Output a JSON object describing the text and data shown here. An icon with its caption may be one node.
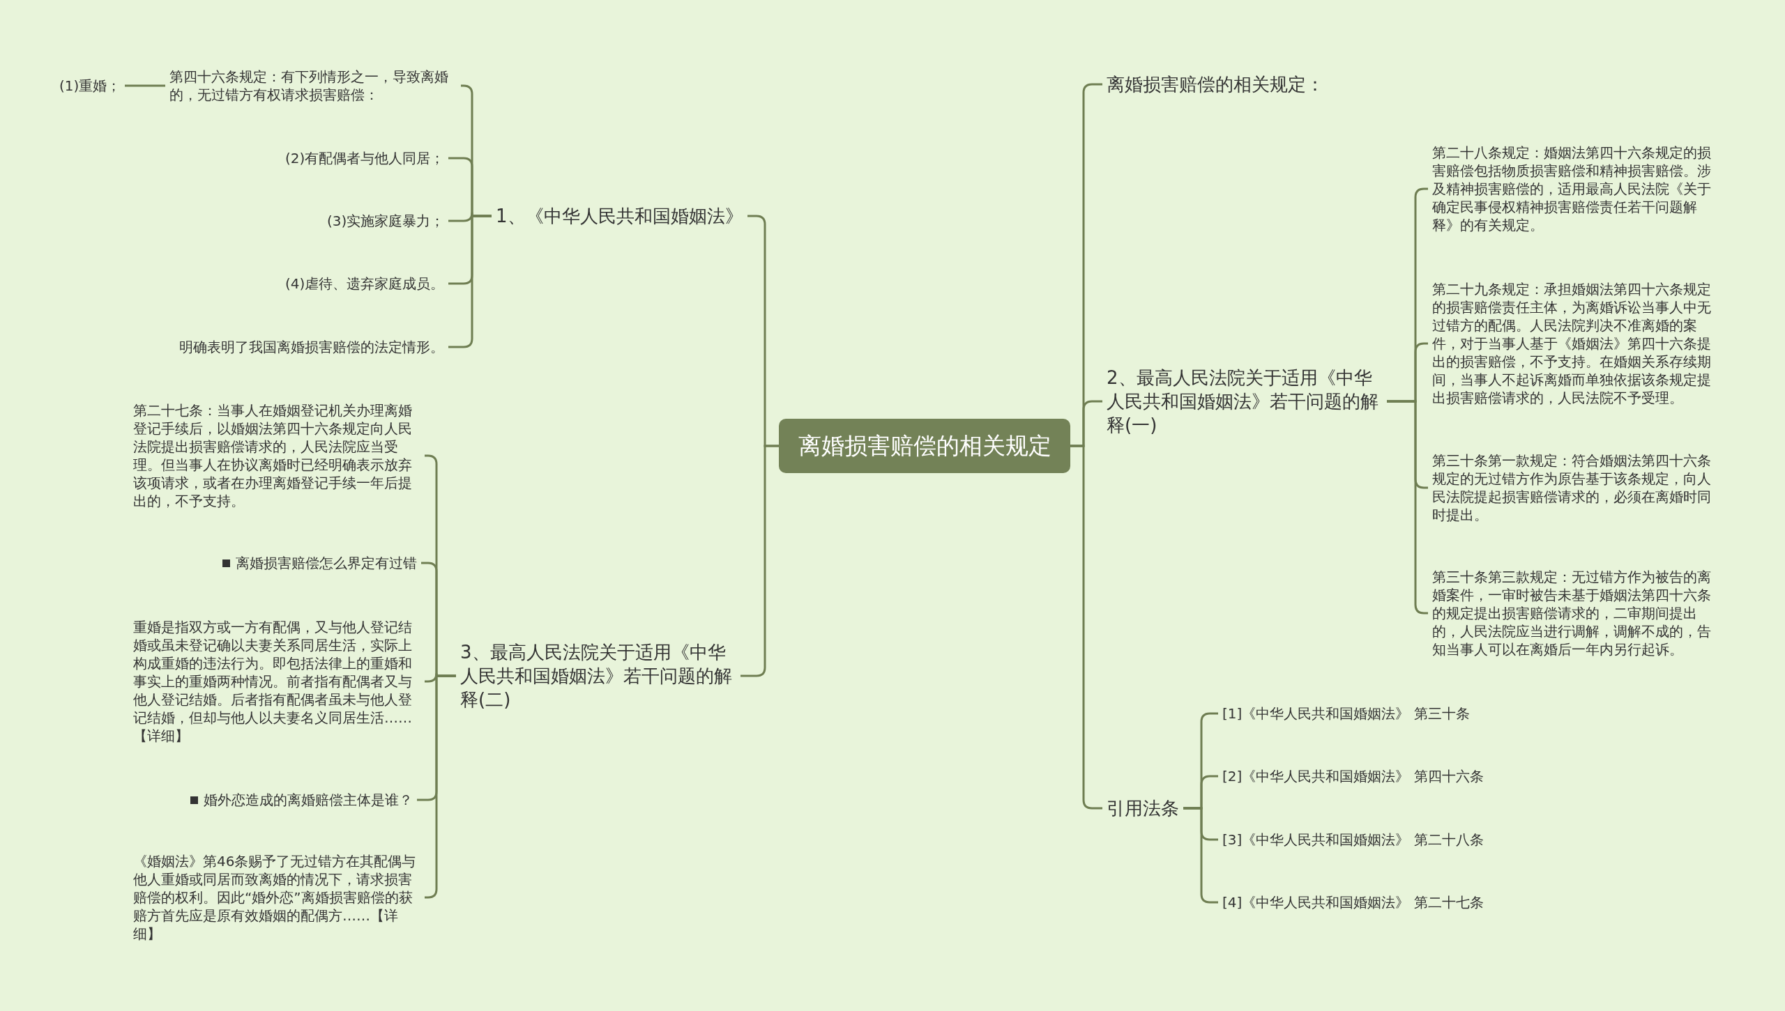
{
  "diagram": {
    "nodes": [
      {
        "text": [
          "离婚损害赔偿的相关规定"
        ]
      },
      {
        "text": [
          "1、《中华人民共和国婚姻法》"
        ]
      },
      {
        "text": [
          "第四十六条规定：有下列情形之一，导致离婚的，无过错方有权请求损害赔偿："
        ]
      },
      {
        "text": [
          "(1)重婚；"
        ]
      },
      {
        "text": [
          "(2)有配偶者与他人同居；"
        ]
      },
      {
        "text": [
          "(3)实施家庭暴力；"
        ]
      },
      {
        "text": [
          "(4)虐待、遗弃家庭成员。"
        ]
      },
      {
        "text": [
          "明确表明了我国离婚损害赔偿的法定情形。"
        ]
      },
      {
        "text": [
          "3、最高人民法院关于适用《中华人民共和国婚姻法》若干问题的解释(二)"
        ]
      },
      {
        "text": [
          "第二十七条：当事人在婚姻登记机关办理离婚登记手续后，以婚姻法第四十六条规定向人民法院提出损害赔偿请求的，人民法院应当受理。但当事人在协议离婚时已经明确表示放弃该项请求，或者在办理离婚登记手续一年后提出的，不予支持。"
        ]
      },
      {
        "text": [
          "离婚损害赔偿怎么界定有过错"
        ]
      },
      {
        "text": [
          "重婚是指双方或一方有配偶，又与他人登记结婚或虽未登记确以夫妻关系同居生活，实际上构成重婚的违法行为。即包括法律上的重婚和事实上的重婚两种情况。前者指有配偶者又与他人登记结婚。后者指有配偶者虽未与他人登记结婚，但却与他人以夫妻名义同居生活……【详细】"
        ]
      },
      {
        "text": [
          "婚外恋造成的离婚赔偿主体是谁？"
        ]
      },
      {
        "text": [
          "《婚姻法》第46条赐予了无过错方在其配偶与他人重婚或同居而致离婚的情况下，请求损害赔偿的权利。因此“婚外恋”离婚损害赔偿的获赔方首先应是原有效婚姻的配偶方……【详细】"
        ]
      },
      {
        "text": [
          "离婚损害赔偿的相关规定："
        ]
      },
      {
        "text": [
          "2、最高人民法院关于适用《中华人民共和国婚姻法》若干问题的解释(一)"
        ]
      },
      {
        "text": [
          "第二十八条规定：婚姻法第四十六条规定的损害赔偿包括物质损害赔偿和精神损害赔偿。涉及精神损害赔偿的，适用最高人民法院《关于确定民事侵权精神损害赔偿责任若干问题解释》的有关规定。"
        ]
      },
      {
        "text": [
          "第二十九条规定：承担婚姻法第四十六条规定的损害赔偿责任主体，为离婚诉讼当事人中无过错方的配偶。人民法院判决不准离婚的案件，对于当事人基于《婚姻法》第四十六条提出的损害赔偿，不予支持。在婚姻关系存续期间，当事人不起诉离婚而单独依据该条规定提出损害赔偿请求的，人民法院不予受理。"
        ]
      },
      {
        "text": [
          "第三十条第一款规定：符合婚姻法第四十六条规定的无过错方作为原告基于该条规定，向人民法院提起损害赔偿请求的，必须在离婚时同时提出。"
        ]
      },
      {
        "text": [
          "第三十条第三款规定：无过错方作为被告的离婚案件，一审时被告未基于婚姻法第四十六条的规定提出损害赔偿请求的，二审期间提出的，人民法院应当进行调解，调解不成的，告知当事人可以在离婚后一年内另行起诉。"
        ]
      },
      {
        "text": [
          "引用法条"
        ]
      },
      {
        "text": [
          "[1]《中华人民共和国婚姻法》 第三十条"
        ]
      },
      {
        "text": [
          "[2]《中华人民共和国婚姻法》 第四十六条"
        ]
      },
      {
        "text": [
          "[3]《中华人民共和国婚姻法》 第二十八条"
        ]
      },
      {
        "text": [
          "[4]《中华人民共和国婚姻法》 第二十七条"
        ]
      }
    ],
    "edges": [
      {
        "from": 0,
        "to": 1,
        "arrow": "none"
      },
      {
        "from": 1,
        "to": 2,
        "arrow": "none"
      },
      {
        "from": 2,
        "to": 3,
        "arrow": "none"
      },
      {
        "from": 1,
        "to": 4,
        "arrow": "none"
      },
      {
        "from": 1,
        "to": 5,
        "arrow": "none"
      },
      {
        "from": 1,
        "to": 6,
        "arrow": "none"
      },
      {
        "from": 1,
        "to": 7,
        "arrow": "none"
      },
      {
        "from": 0,
        "to": 8,
        "arrow": "none"
      },
      {
        "from": 8,
        "to": 9,
        "arrow": "none"
      },
      {
        "from": 8,
        "to": 10,
        "arrow": "none"
      },
      {
        "from": 8,
        "to": 11,
        "arrow": "none"
      },
      {
        "from": 8,
        "to": 12,
        "arrow": "none"
      },
      {
        "from": 8,
        "to": 13,
        "arrow": "none"
      },
      {
        "from": 0,
        "to": 14,
        "arrow": "none"
      },
      {
        "from": 0,
        "to": 15,
        "arrow": "none"
      },
      {
        "from": 15,
        "to": 16,
        "arrow": "none"
      },
      {
        "from": 15,
        "to": 17,
        "arrow": "none"
      },
      {
        "from": 15,
        "to": 18,
        "arrow": "none"
      },
      {
        "from": 15,
        "to": 19,
        "arrow": "none"
      },
      {
        "from": 0,
        "to": 20,
        "arrow": "none"
      },
      {
        "from": 20,
        "to": 21,
        "arrow": "none"
      },
      {
        "from": 20,
        "to": 22,
        "arrow": "none"
      },
      {
        "from": 20,
        "to": 23,
        "arrow": "none"
      },
      {
        "from": 20,
        "to": 24,
        "arrow": "none"
      }
    ]
  }
}
